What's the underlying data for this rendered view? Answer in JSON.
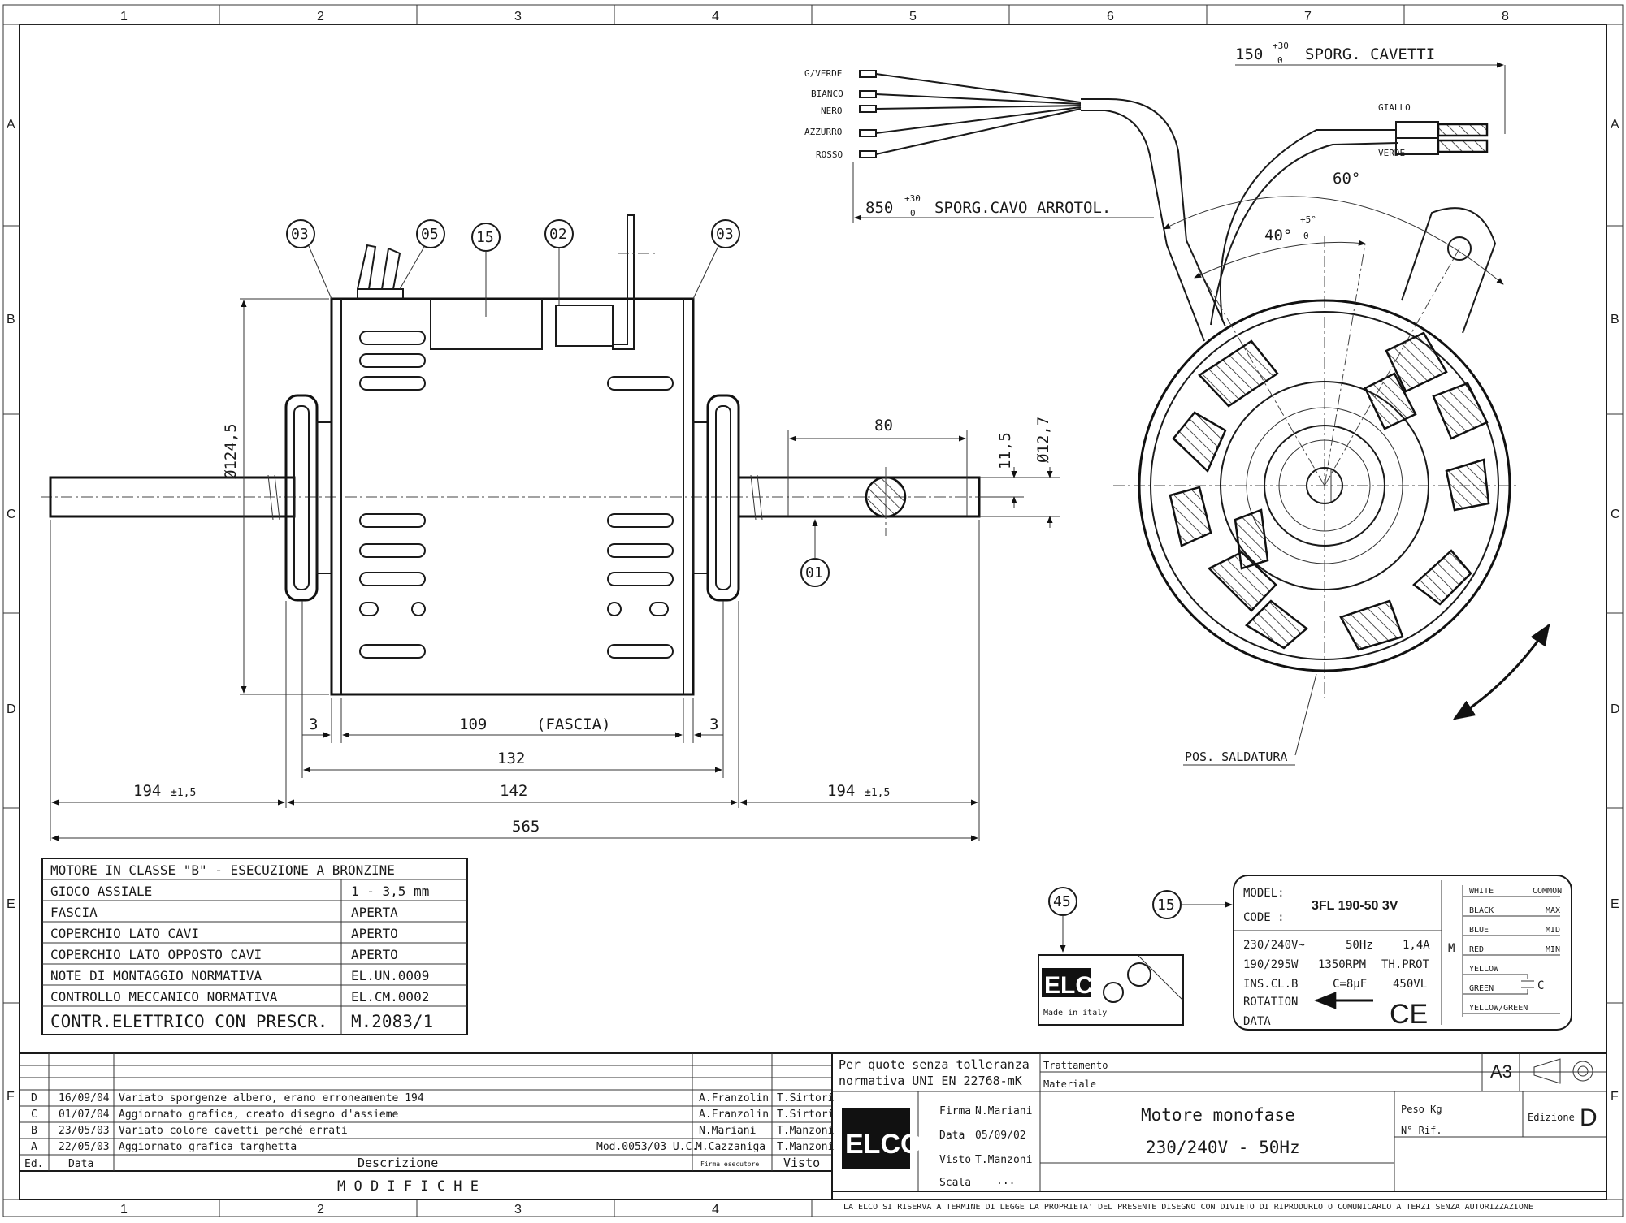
{
  "border": {
    "columns": [
      "1",
      "2",
      "3",
      "4",
      "5",
      "6",
      "7",
      "8"
    ],
    "rows": [
      "A",
      "B",
      "C",
      "D",
      "E",
      "F"
    ]
  },
  "side_view": {
    "callouts": [
      "03",
      "05",
      "15",
      "02",
      "03"
    ],
    "shaft_callout": "01",
    "dims": {
      "diameter_body": "Ø124,5",
      "key_length": "80",
      "key_h": "11,5",
      "shaft_diam": "Ø12,7",
      "fascia_left": "3",
      "fascia": "109",
      "fascia_label": "(FASCIA)",
      "fascia_right": "3",
      "body": "132",
      "center": "142",
      "left_shaft": "194",
      "left_shaft_tol": "±1,5",
      "right_shaft": "194",
      "right_shaft_tol": "±1,5",
      "total": "565"
    }
  },
  "front_view": {
    "wire_colors": [
      "G/VERDE",
      "BIANCO",
      "NERO",
      "AZZURRO",
      "ROSSO"
    ],
    "cable_len": "850",
    "cable_tol_up": "+30",
    "cable_tol_dn": "0",
    "cable_label": "SPORG.CAVO ARROTOL.",
    "wires_len": "150",
    "wires_tol_up": "+30",
    "wires_tol_dn": "0",
    "wires_label": "SPORG. CAVETTI",
    "cap_wire_1": "GIALLO",
    "cap_wire_2": "VERDE",
    "angle_60": "60°",
    "angle_40": "40°",
    "angle_40_tol_up": "+5°",
    "angle_40_tol_dn": "0",
    "weld_label": "POS. SALDATURA"
  },
  "spec_table": {
    "header": "MOTORE IN CLASSE \"B\" - ESECUZIONE A BRONZINE",
    "rows": [
      {
        "label": "GIOCO ASSIALE",
        "value": "1 - 3,5 mm"
      },
      {
        "label": "FASCIA",
        "value": "APERTA"
      },
      {
        "label": "COPERCHIO LATO CAVI",
        "value": "APERTO"
      },
      {
        "label": "COPERCHIO LATO OPPOSTO CAVI",
        "value": "APERTO"
      },
      {
        "label": "NOTE DI MONTAGGIO NORMATIVA",
        "value": "EL.UN.0009"
      },
      {
        "label": "CONTROLLO MECCANICO NORMATIVA",
        "value": "EL.CM.0002"
      }
    ],
    "last_label": "CONTR.ELETTRICO CON PRESCR.",
    "last_value": "M.2083/1"
  },
  "logo_callout": "45",
  "logo": {
    "brand": "ELCO",
    "made_in": "Made in italy"
  },
  "plate_callout": "15",
  "nameplate": {
    "model_label": "MODEL:",
    "model_value": "3FL 190-50 3V",
    "code_label": "CODE :",
    "volt": "230/240V~",
    "hz": "50Hz",
    "amp": "1,4A",
    "watt": "190/295W",
    "rpm": "1350RPM",
    "thprot": "TH.PROT",
    "ins": "INS.CL.B",
    "cap": "C=8μF",
    "vl": "450VL",
    "rotation": "ROTATION",
    "data": "DATA",
    "ce": "CE",
    "motor_symbol": "M",
    "wiring": [
      {
        "color": "WHITE",
        "fn": "COMMON"
      },
      {
        "color": "BLACK",
        "fn": "MAX"
      },
      {
        "color": "BLUE",
        "fn": "MID"
      },
      {
        "color": "RED",
        "fn": "MIN"
      },
      {
        "color": "YELLOW",
        "fn": ""
      },
      {
        "color": "GREEN",
        "fn": ""
      },
      {
        "color": "YELLOW/GREEN",
        "fn": ""
      }
    ],
    "cap_symbol": "C"
  },
  "revisions": {
    "rows": [
      {
        "ed": "D",
        "data": "16/09/04",
        "desc": "Variato sporgenze albero, erano erroneamente 194",
        "mod": "",
        "firma": "A.Franzolin",
        "visto": "T.Sirtori"
      },
      {
        "ed": "C",
        "data": "01/07/04",
        "desc": "Aggiornato grafica, creato disegno d'assieme",
        "mod": "",
        "firma": "A.Franzolin",
        "visto": "T.Sirtori"
      },
      {
        "ed": "B",
        "data": "23/05/03",
        "desc": "Variato colore cavetti perché errati",
        "mod": "",
        "firma": "N.Mariani",
        "visto": "T.Manzoni"
      },
      {
        "ed": "A",
        "data": "22/05/03",
        "desc": "Aggiornato grafica targhetta",
        "mod": "Mod.0053/03 U.C.",
        "firma": "M.Cazzaniga",
        "visto": "T.Manzoni"
      }
    ],
    "h_ed": "Ed.",
    "h_data": "Data",
    "h_desc": "Descrizione",
    "h_firma": "Firma esecutore",
    "h_visto": "Visto",
    "footer": "M O D I F I C H E"
  },
  "title_block": {
    "tolerance_1": "Per quote senza tolleranza",
    "tolerance_2": "normativa UNI EN 22768-mK",
    "trattamento": "Trattamento",
    "materiale": "Materiale",
    "format": "A3",
    "brand": "ELCO",
    "firma_label": "Firma",
    "firma": "N.Mariani",
    "data_label": "Data",
    "data": "05/09/02",
    "visto_label": "Visto",
    "visto": "T.Manzoni",
    "scala_label": "Scala",
    "scala": "...",
    "title_1": "Motore monofase",
    "title_2": "230/240V - 50Hz",
    "peso": "Peso Kg",
    "nrif": "N° Rif.",
    "edizione_label": "Edizione",
    "edizione": "D"
  },
  "disclaimer": "LA ELCO SI RISERVA A TERMINE DI LEGGE LA PROPRIETA' DEL PRESENTE DISEGNO CON DIVIETO DI RIPRODURLO O COMUNICARLO A TERZI SENZA AUTORIZZAZIONE"
}
